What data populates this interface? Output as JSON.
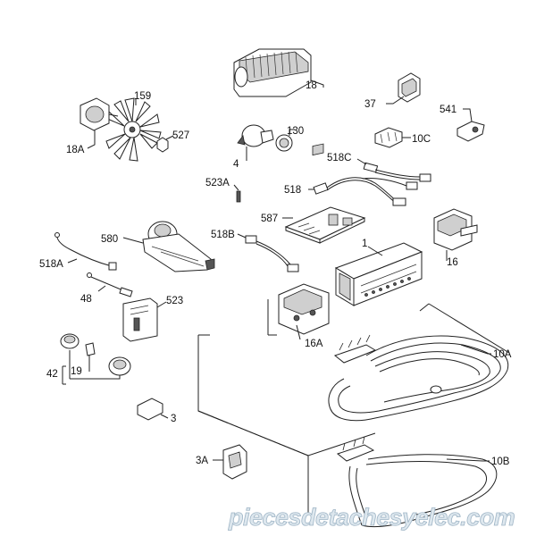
{
  "diagram": {
    "callouts": {
      "c18": "18",
      "c159": "159",
      "c18a": "18A",
      "c527": "527",
      "c130": "130",
      "c4": "4",
      "c37": "37",
      "c541": "541",
      "c10c": "10C",
      "c518c": "518C",
      "c523a": "523A",
      "c518": "518",
      "c587": "587",
      "c518b": "518B",
      "c580": "580",
      "c1": "1",
      "c16": "16",
      "c518a": "518A",
      "c48": "48",
      "c523": "523",
      "c16a": "16A",
      "c10a": "10A",
      "c42": "42",
      "c19": "19",
      "c3": "3",
      "c3a": "3A",
      "c10b": "10B"
    },
    "watermark": "piecesdetachesyelec.com"
  }
}
